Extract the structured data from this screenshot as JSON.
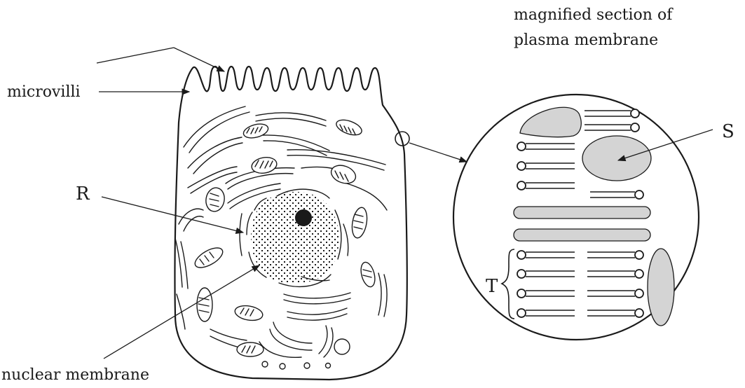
{
  "labels": {
    "microvilli": "microvilli",
    "r": "R",
    "nuclear_membrane": "nuclear membrane",
    "magnified_line1": "magnified section of",
    "magnified_line2": "plasma membrane",
    "s": "S",
    "t": "T"
  }
}
